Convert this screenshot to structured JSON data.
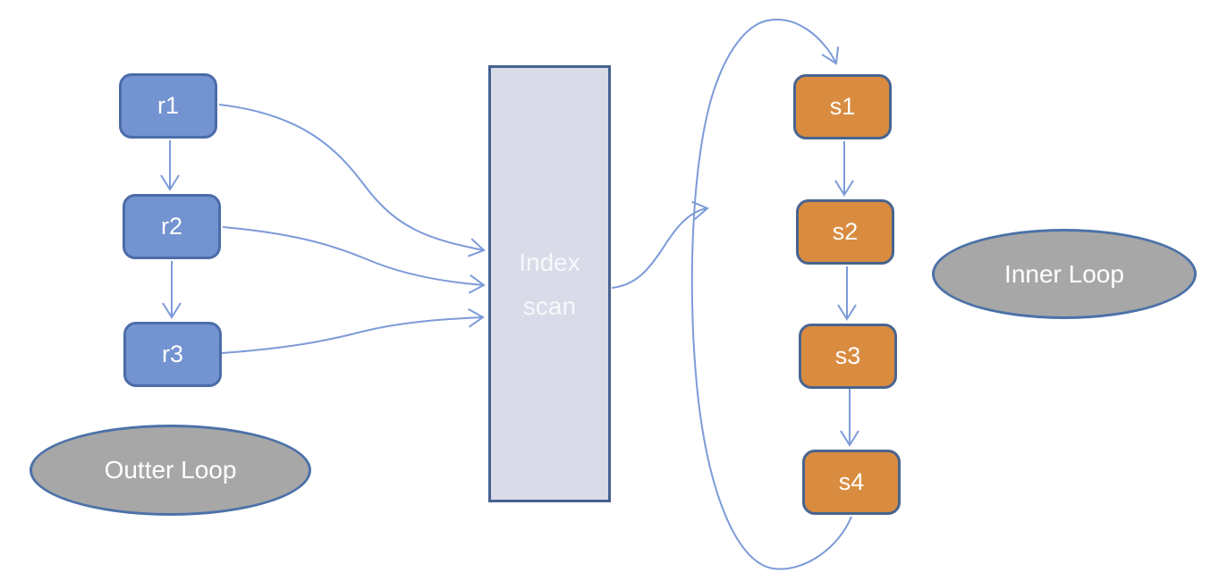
{
  "diagram": {
    "nodes": {
      "outer": [
        {
          "id": "r1",
          "label": "r1"
        },
        {
          "id": "r2",
          "label": "r2"
        },
        {
          "id": "r3",
          "label": "r3"
        }
      ],
      "inner": [
        {
          "id": "s1",
          "label": "s1"
        },
        {
          "id": "s2",
          "label": "s2"
        },
        {
          "id": "s3",
          "label": "s3"
        },
        {
          "id": "s4",
          "label": "s4"
        }
      ],
      "index_scan": {
        "id": "index_scan",
        "label": "Index scan"
      },
      "outer_loop": {
        "id": "outer_loop",
        "label": "Outter Loop"
      },
      "inner_loop": {
        "id": "inner_loop",
        "label": "Inner Loop"
      }
    },
    "edges": [
      {
        "from": "r1",
        "to": "r2",
        "type": "straight-arrow"
      },
      {
        "from": "r2",
        "to": "r3",
        "type": "straight-arrow"
      },
      {
        "from": "r1",
        "to": "index_scan",
        "type": "curved-arrow"
      },
      {
        "from": "r2",
        "to": "index_scan",
        "type": "curved-arrow"
      },
      {
        "from": "r3",
        "to": "index_scan",
        "type": "curved-arrow"
      },
      {
        "from": "index_scan",
        "to": "inner-loop-cycle",
        "type": "curved-arrow"
      },
      {
        "from": "s1",
        "to": "s2",
        "type": "straight-arrow"
      },
      {
        "from": "s2",
        "to": "s3",
        "type": "straight-arrow"
      },
      {
        "from": "s3",
        "to": "s4",
        "type": "straight-arrow"
      },
      {
        "from": "s4",
        "to": "s1",
        "type": "loop-back-arrow"
      }
    ]
  },
  "colors": {
    "outer_node_fill": "#7493D1",
    "outer_node_border": "#4B6CA8",
    "inner_node_fill": "#D98C3F",
    "inner_node_border": "#49648F",
    "index_fill": "#D9DCE8",
    "index_border": "#46618F",
    "ellipse_fill": "#A7A7A7",
    "ellipse_border": "#4C71A8",
    "connector": "#7C9BD8",
    "text": "#FFFFFF"
  }
}
